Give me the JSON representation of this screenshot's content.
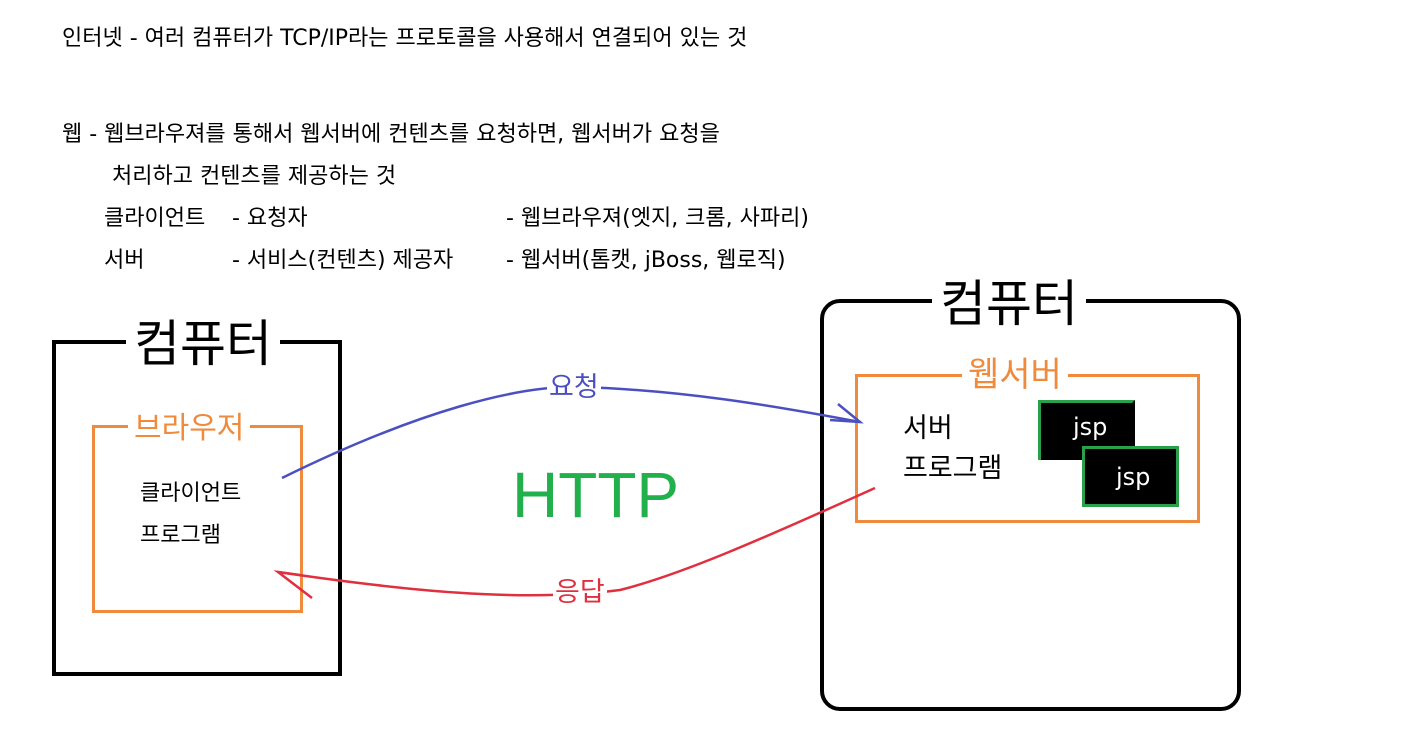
{
  "notes": {
    "internet": "인터넷 - 여러 컴퓨터가 TCP/IP라는 프로토콜을 사용해서 연결되어 있는 것",
    "web_line1": "웹 - 웹브라우져를 통해서 웹서버에 컨텐츠를 요청하면, 웹서버가 요청을",
    "web_line2": "처리하고 컨텐츠를 제공하는 것",
    "client_term": "클라이언트",
    "client_desc": "- 요청자",
    "client_example": "- 웹브라우져(엣지, 크롬, 사파리)",
    "server_term": "서버",
    "server_desc": "- 서비스(컨텐츠) 제공자",
    "server_example": "- 웹서버(톰캣, jBoss, 웹로직)"
  },
  "diagram": {
    "left_computer_label": "컴퓨터",
    "browser_label": "브라우저",
    "client_program_line1": "클라이언트",
    "client_program_line2": "프로그램",
    "right_computer_label": "컴퓨터",
    "webserver_label": "웹서버",
    "server_program_line1": "서버",
    "server_program_line2": "프로그램",
    "jsp_back": "jsp",
    "jsp_front": "jsp",
    "protocol_label": "HTTP",
    "request_label": "요청",
    "response_label": "응답"
  },
  "colors": {
    "browser_box": "#f08a3c",
    "webserver_box": "#f08a3c",
    "request_arrow": "#4b50c0",
    "response_arrow": "#e03040",
    "http_text": "#22b04c",
    "jsp_border": "#2aa04a",
    "jsp_fill": "#000000"
  }
}
